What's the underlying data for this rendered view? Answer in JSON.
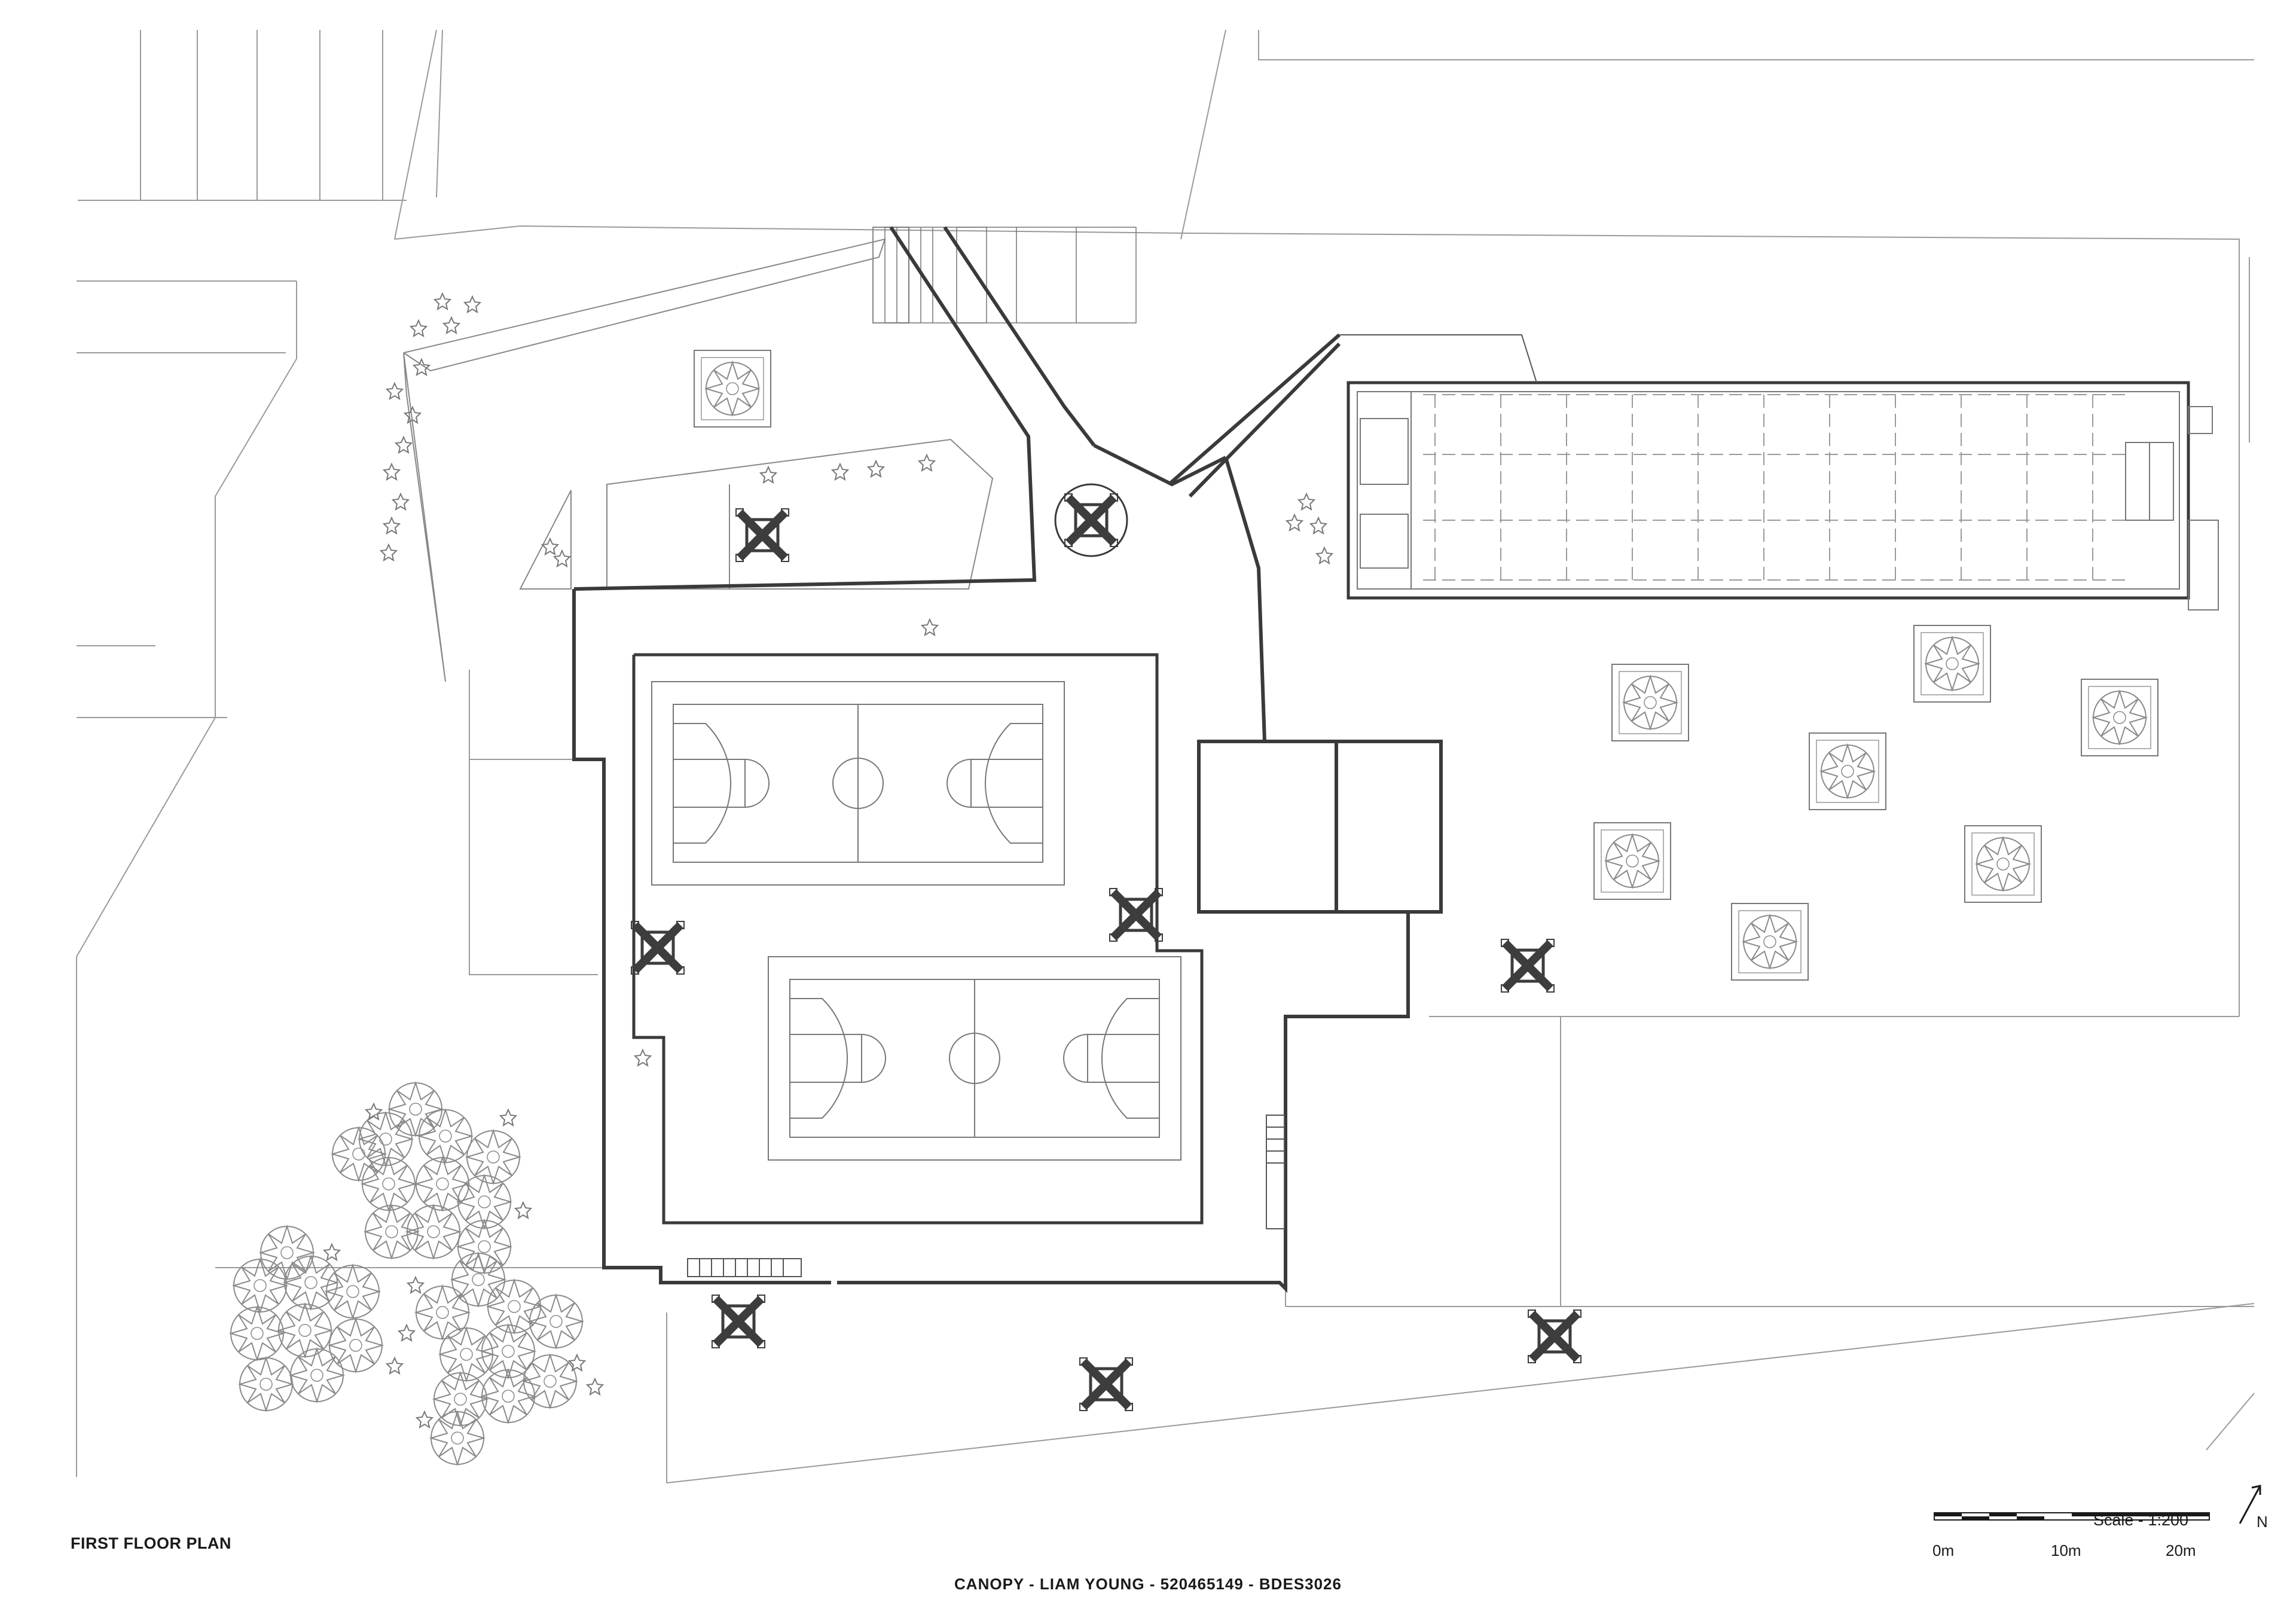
{
  "drawing": {
    "plan_title": "FIRST FLOOR PLAN",
    "credit": "CANOPY - LIAM YOUNG - 520465149 - BDES3026",
    "scale_text": "Scale - 1:200",
    "scale_ticks": [
      "0m",
      "10m",
      "20m"
    ],
    "north_letter": "N"
  },
  "colors": {
    "wall": "#3a3a3a",
    "fine_line": "#9a9a9a",
    "marker": "#3d3d3d",
    "tree": "#8a8a8a"
  },
  "icons": [
    "north-arrow-icon",
    "tree-icon",
    "structural-column-icon"
  ]
}
